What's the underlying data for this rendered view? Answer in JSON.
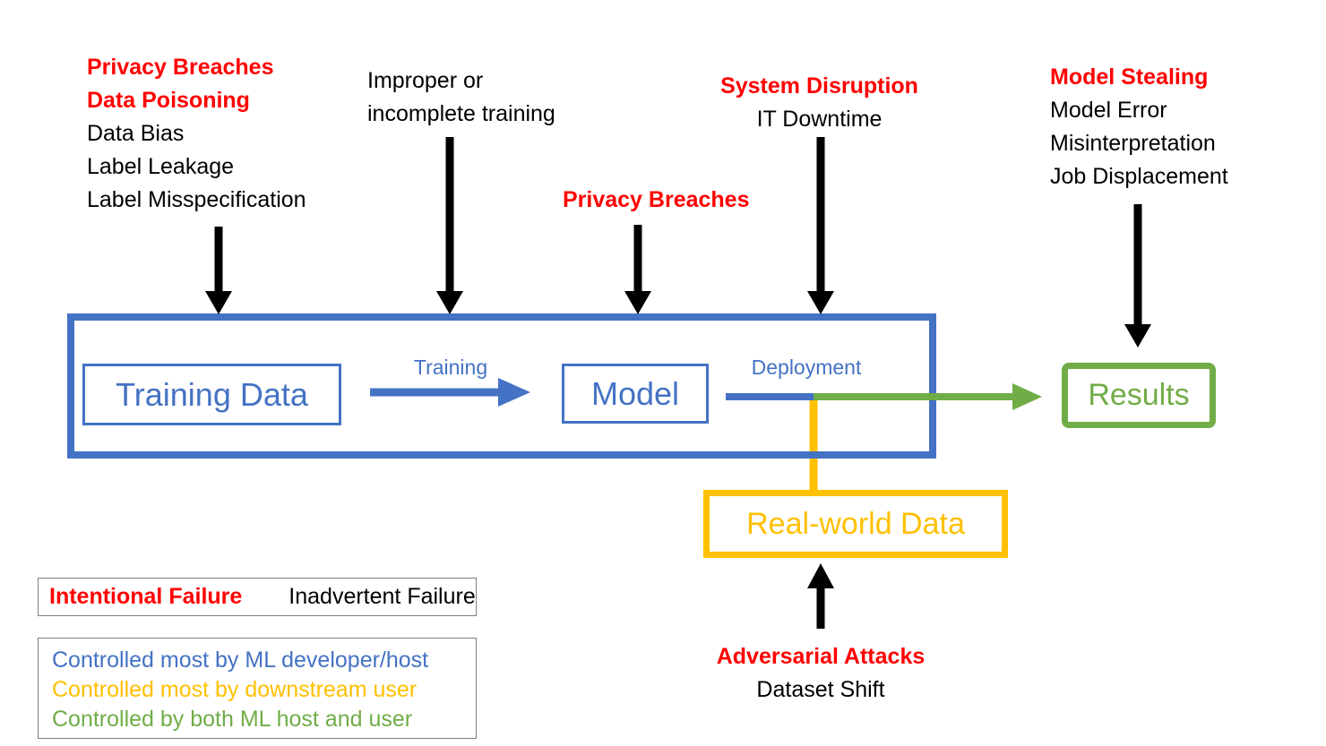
{
  "diagram_title": "ML pipeline failure modes diagram",
  "colors": {
    "pipeline_blue": "#4472C4",
    "results_green": "#70AD47",
    "realworld_gold": "#FFC000",
    "intentional_red": "#ff0000",
    "inadvertent_black": "#000000"
  },
  "pipeline": {
    "training_data_label": "Training Data",
    "training_arrow_label": "Training",
    "model_label": "Model",
    "deployment_arrow_label": "Deployment",
    "results_label": "Results",
    "real_world_data_label": "Real-world Data"
  },
  "threats": {
    "training_data": {
      "lines": [
        {
          "text": "Privacy Breaches",
          "style": "intentional"
        },
        {
          "text": "Data Poisoning",
          "style": "intentional"
        },
        {
          "text": "Data Bias",
          "style": "inadvertent"
        },
        {
          "text": "Label Leakage",
          "style": "inadvertent"
        },
        {
          "text": "Label Misspecification",
          "style": "inadvertent"
        }
      ]
    },
    "training_process": {
      "lines": [
        {
          "text": "Improper or",
          "style": "inadvertent"
        },
        {
          "text": "incomplete training",
          "style": "inadvertent"
        }
      ]
    },
    "model": {
      "lines": [
        {
          "text": "Privacy Breaches",
          "style": "intentional"
        }
      ]
    },
    "deployment": {
      "lines": [
        {
          "text": "System Disruption",
          "style": "intentional"
        },
        {
          "text": "IT Downtime",
          "style": "inadvertent"
        }
      ]
    },
    "results": {
      "lines": [
        {
          "text": "Model Stealing",
          "style": "intentional"
        },
        {
          "text": "Model Error",
          "style": "inadvertent"
        },
        {
          "text": "Misinterpretation",
          "style": "inadvertent"
        },
        {
          "text": "Job Displacement",
          "style": "inadvertent"
        }
      ]
    },
    "real_world_data": {
      "lines": [
        {
          "text": "Adversarial Attacks",
          "style": "intentional"
        },
        {
          "text": "Dataset Shift",
          "style": "inadvertent"
        }
      ]
    }
  },
  "legend": {
    "failure_types": {
      "intentional": "Intentional Failure",
      "inadvertent": "Inadvertent Failure"
    },
    "control": [
      {
        "text": "Controlled most by ML developer/host",
        "color": "#4472C4"
      },
      {
        "text": "Controlled most by downstream user",
        "color": "#FFC000"
      },
      {
        "text": "Controlled by both ML host and user",
        "color": "#70AD47"
      }
    ]
  }
}
